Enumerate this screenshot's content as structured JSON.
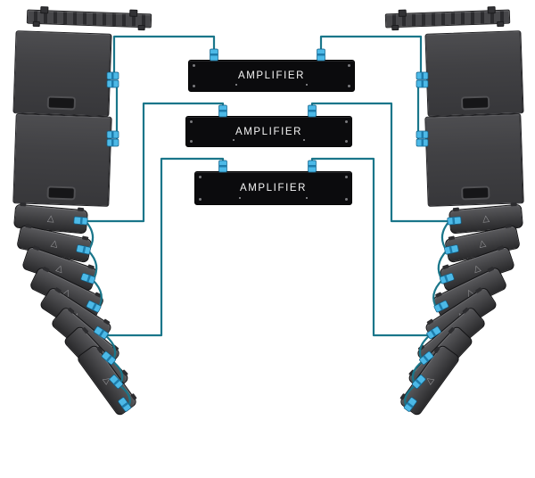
{
  "diagram": {
    "amplifiers": [
      {
        "label": "AMPLIFIER"
      },
      {
        "label": "AMPLIFIER"
      },
      {
        "label": "AMPLIFIER"
      }
    ],
    "icons": {
      "speaker_logo": "△"
    },
    "colors": {
      "background": "#ffffff",
      "cable": "#1a768a",
      "connector": "#4cb9e7",
      "connector_stripe": "#1e7cab",
      "speaker_box": "#414144",
      "cabinet_light": "#59595c",
      "cabinet_dark": "#29292b",
      "amplifier_bg": "#0b0b0d",
      "amplifier_text": "#f5f5f5"
    },
    "left_array": {
      "rigging_frame": true,
      "stack_boxes": 2,
      "array_cabinets": 8
    },
    "right_array": {
      "rigging_frame": true,
      "stack_boxes": 2,
      "array_cabinets": 8
    }
  }
}
